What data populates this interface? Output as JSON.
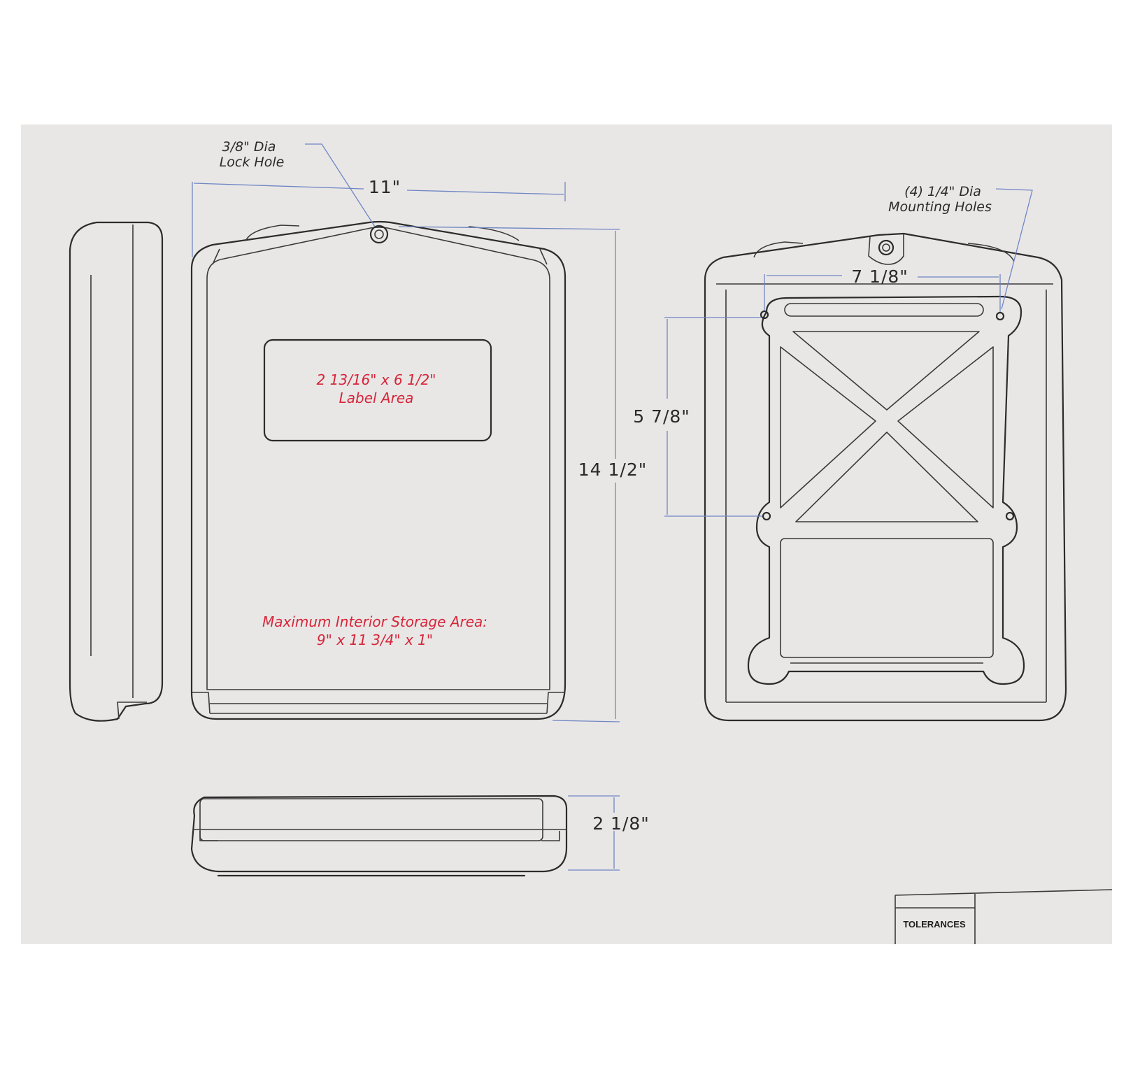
{
  "callouts": {
    "lock_hole_line1": "3/8\" Dia",
    "lock_hole_line2": "Lock Hole",
    "mounting_holes_line1": "(4)  1/4\" Dia",
    "mounting_holes_line2": "Mounting  Holes"
  },
  "dimensions": {
    "width": "11\"",
    "height": "14  1/2\"",
    "hole_spacing_horizontal": "7  1/8\"",
    "hole_spacing_vertical": "5  7/8\"",
    "depth": "2  1/8\""
  },
  "labels": {
    "label_area_line1": "2  13/16\"  x  6  1/2\"",
    "label_area_line2": "Label  Area",
    "storage_line1": "Maximum  Interior  Storage  Area:",
    "storage_line2": "9\"  x  11  3/4\"  x  1\""
  },
  "title_block": {
    "tolerances": "TOLERANCES"
  },
  "colors": {
    "sheet": "#e9e7e6",
    "linework": "#2c2c2c",
    "dimension_lines": "#6f86c4",
    "annotation_red": "#d6263a"
  }
}
